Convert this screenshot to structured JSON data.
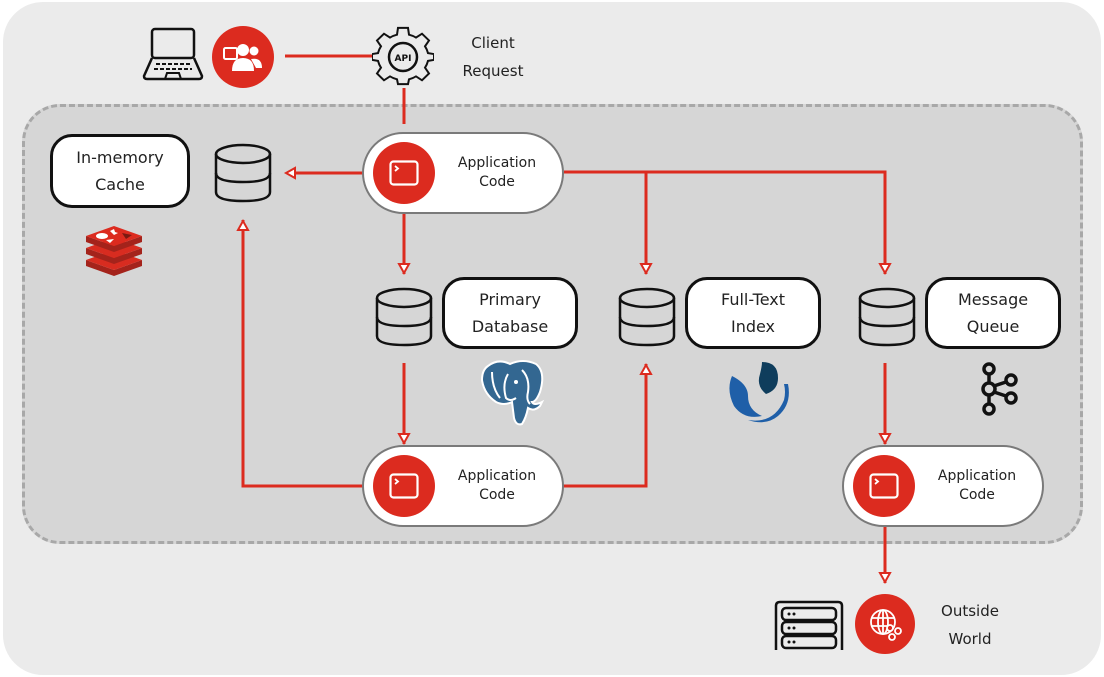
{
  "diagram": {
    "title": "Application architecture data flow",
    "colors": {
      "outer_background": "#ebebeb",
      "inner_background": "#d6d6d6",
      "dashed_border": "#a8a8a8",
      "accent_red": "#dc2b1f",
      "postgres_blue": "#336791",
      "solr_blue": "#1f5fa8",
      "solr_dark": "#0f3d5c"
    },
    "client": {
      "label_line1": "Client",
      "label_line2": "Request",
      "icons": [
        "laptop-icon",
        "users-icon",
        "api-gear-icon"
      ]
    },
    "cache": {
      "label_line1": "In-memory",
      "label_line2": "Cache",
      "logo": "redis-logo"
    },
    "primary_db": {
      "label_line1": "Primary",
      "label_line2": "Database",
      "logo": "postgresql-logo"
    },
    "fulltext": {
      "label_line1": "Full-Text",
      "label_line2": "Index",
      "logo": "solr-logo"
    },
    "queue": {
      "label_line1": "Message",
      "label_line2": "Queue",
      "logo": "kafka-logo"
    },
    "app_nodes": [
      {
        "label_line1": "Application",
        "label_line2": "Code"
      },
      {
        "label_line1": "Application",
        "label_line2": "Code"
      },
      {
        "label_line1": "Application",
        "label_line2": "Code"
      }
    ],
    "outside": {
      "label_line1": "Outside",
      "label_line2": "World",
      "icons": [
        "server-rack-icon",
        "globe-network-icon"
      ]
    },
    "connections": [
      {
        "from": "users",
        "to": "api-gateway"
      },
      {
        "from": "api-gateway",
        "to": "app-code-top"
      },
      {
        "from": "app-code-top",
        "to": "cache-db"
      },
      {
        "from": "app-code-top",
        "to": "primary-db"
      },
      {
        "from": "app-code-top",
        "to": "fulltext-db"
      },
      {
        "from": "app-code-top",
        "to": "queue-db"
      },
      {
        "from": "primary-db",
        "to": "app-code-middle"
      },
      {
        "from": "app-code-middle",
        "to": "cache-db"
      },
      {
        "from": "app-code-middle",
        "to": "fulltext-db"
      },
      {
        "from": "queue-db",
        "to": "app-code-right"
      },
      {
        "from": "app-code-right",
        "to": "outside-world"
      }
    ]
  }
}
